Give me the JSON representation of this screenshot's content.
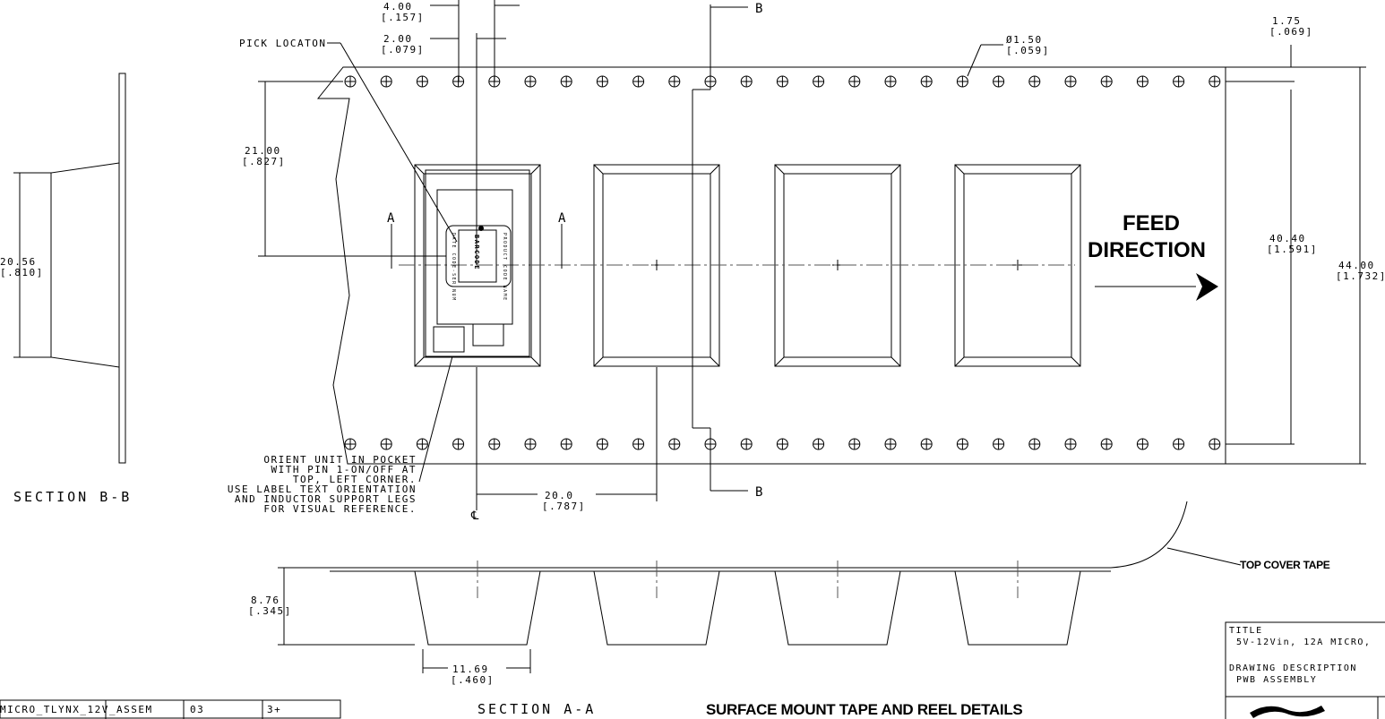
{
  "dims": {
    "d1": [
      "4.00",
      "[.157]"
    ],
    "d2": [
      "2.00",
      "[.079]"
    ],
    "d3": [
      "21.00",
      "[.827]"
    ],
    "d4": [
      "20.56",
      "[.810]"
    ],
    "d5": [
      "Ø1.50",
      "[.059]"
    ],
    "d6": [
      "1.75",
      "[.069]"
    ],
    "d7": [
      "40.40",
      "[1.591]"
    ],
    "d8": [
      "44.00",
      "[1.732]"
    ],
    "d9": [
      "20.0",
      "[.787]"
    ],
    "d10": [
      "8.76",
      "[.345]"
    ],
    "d11": [
      "11.69",
      "[.460]"
    ]
  },
  "labels": {
    "pick": "PICK LOCATON",
    "feed1": "FEED",
    "feed2": "DIRECTION",
    "orient": [
      "ORIENT UNIT IN POCKET",
      "WITH PIN 1-ON/OFF AT",
      "TOP, LEFT CORNER.",
      "USE LABEL TEXT ORIENTATION",
      "AND INDUCTOR SUPPORT LEGS",
      "FOR VISUAL REFERENCE."
    ],
    "section_bb": "SECTION B-B",
    "section_aa": "SECTION A-A",
    "cover": "TOP COVER TAPE",
    "a": "A",
    "b": "B",
    "cl": "℄",
    "barcode": "BARCODE",
    "date": "DATE CODE-SER NUM",
    "product": "PRODUCT CODE NAME",
    "footer": "SURFACE MOUNT TAPE AND REEL DETAILS"
  },
  "table": [
    "MICRO_TLYNX_12V_ASSEM",
    "03",
    "3+"
  ],
  "titleblock": {
    "title_label": "TITLE",
    "title": "5V-12Vin, 12A MICRO,",
    "desc_label": "DRAWING DESCRIPTION",
    "desc": "PWB ASSEMBLY"
  }
}
